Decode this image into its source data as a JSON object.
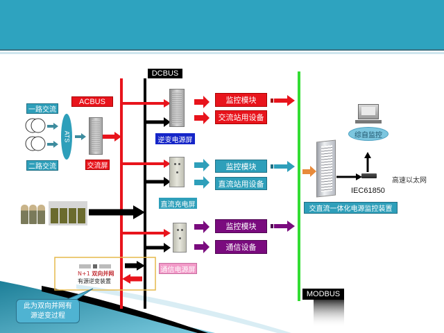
{
  "header": {
    "title": ""
  },
  "buses": {
    "dcbus": "DCBUS",
    "acbus": "ACBUS",
    "modbus": "MODBUS"
  },
  "ac_input": {
    "line1": "一路交流",
    "line2": "二路交流",
    "ats": "ATS",
    "ac_panel": "交流屏"
  },
  "inverter_group": {
    "panel_label": "逆变电源屏",
    "items": [
      "监控模块",
      "交流站用设备"
    ]
  },
  "dc_group": {
    "panel_label": "直流充电屏",
    "items": [
      "监控模块",
      "直流站用设备"
    ]
  },
  "comm_group": {
    "panel_label": "通信电源屏",
    "items": [
      "监控模块",
      "通信设备"
    ]
  },
  "monitor": {
    "device_label": "交直流一体化电源监控装置",
    "protocol": "IEC61850",
    "network": "高速以太网",
    "integrated": "综自监控"
  },
  "bidirectional": {
    "device_line1_prefix": "N+1",
    "device_line1": "双向并网",
    "device_line2": "有源逆变装置",
    "callout": "此为双向并网有源逆变过程"
  },
  "colors": {
    "header": "#2ea3bf",
    "acbus": "#e8141c",
    "dcbus": "#000000",
    "modbus": "#33dd33",
    "teal": "#2e9fba",
    "purple": "#7a0b7e",
    "pink": "#f29ac8",
    "orange": "#e88a3a"
  }
}
